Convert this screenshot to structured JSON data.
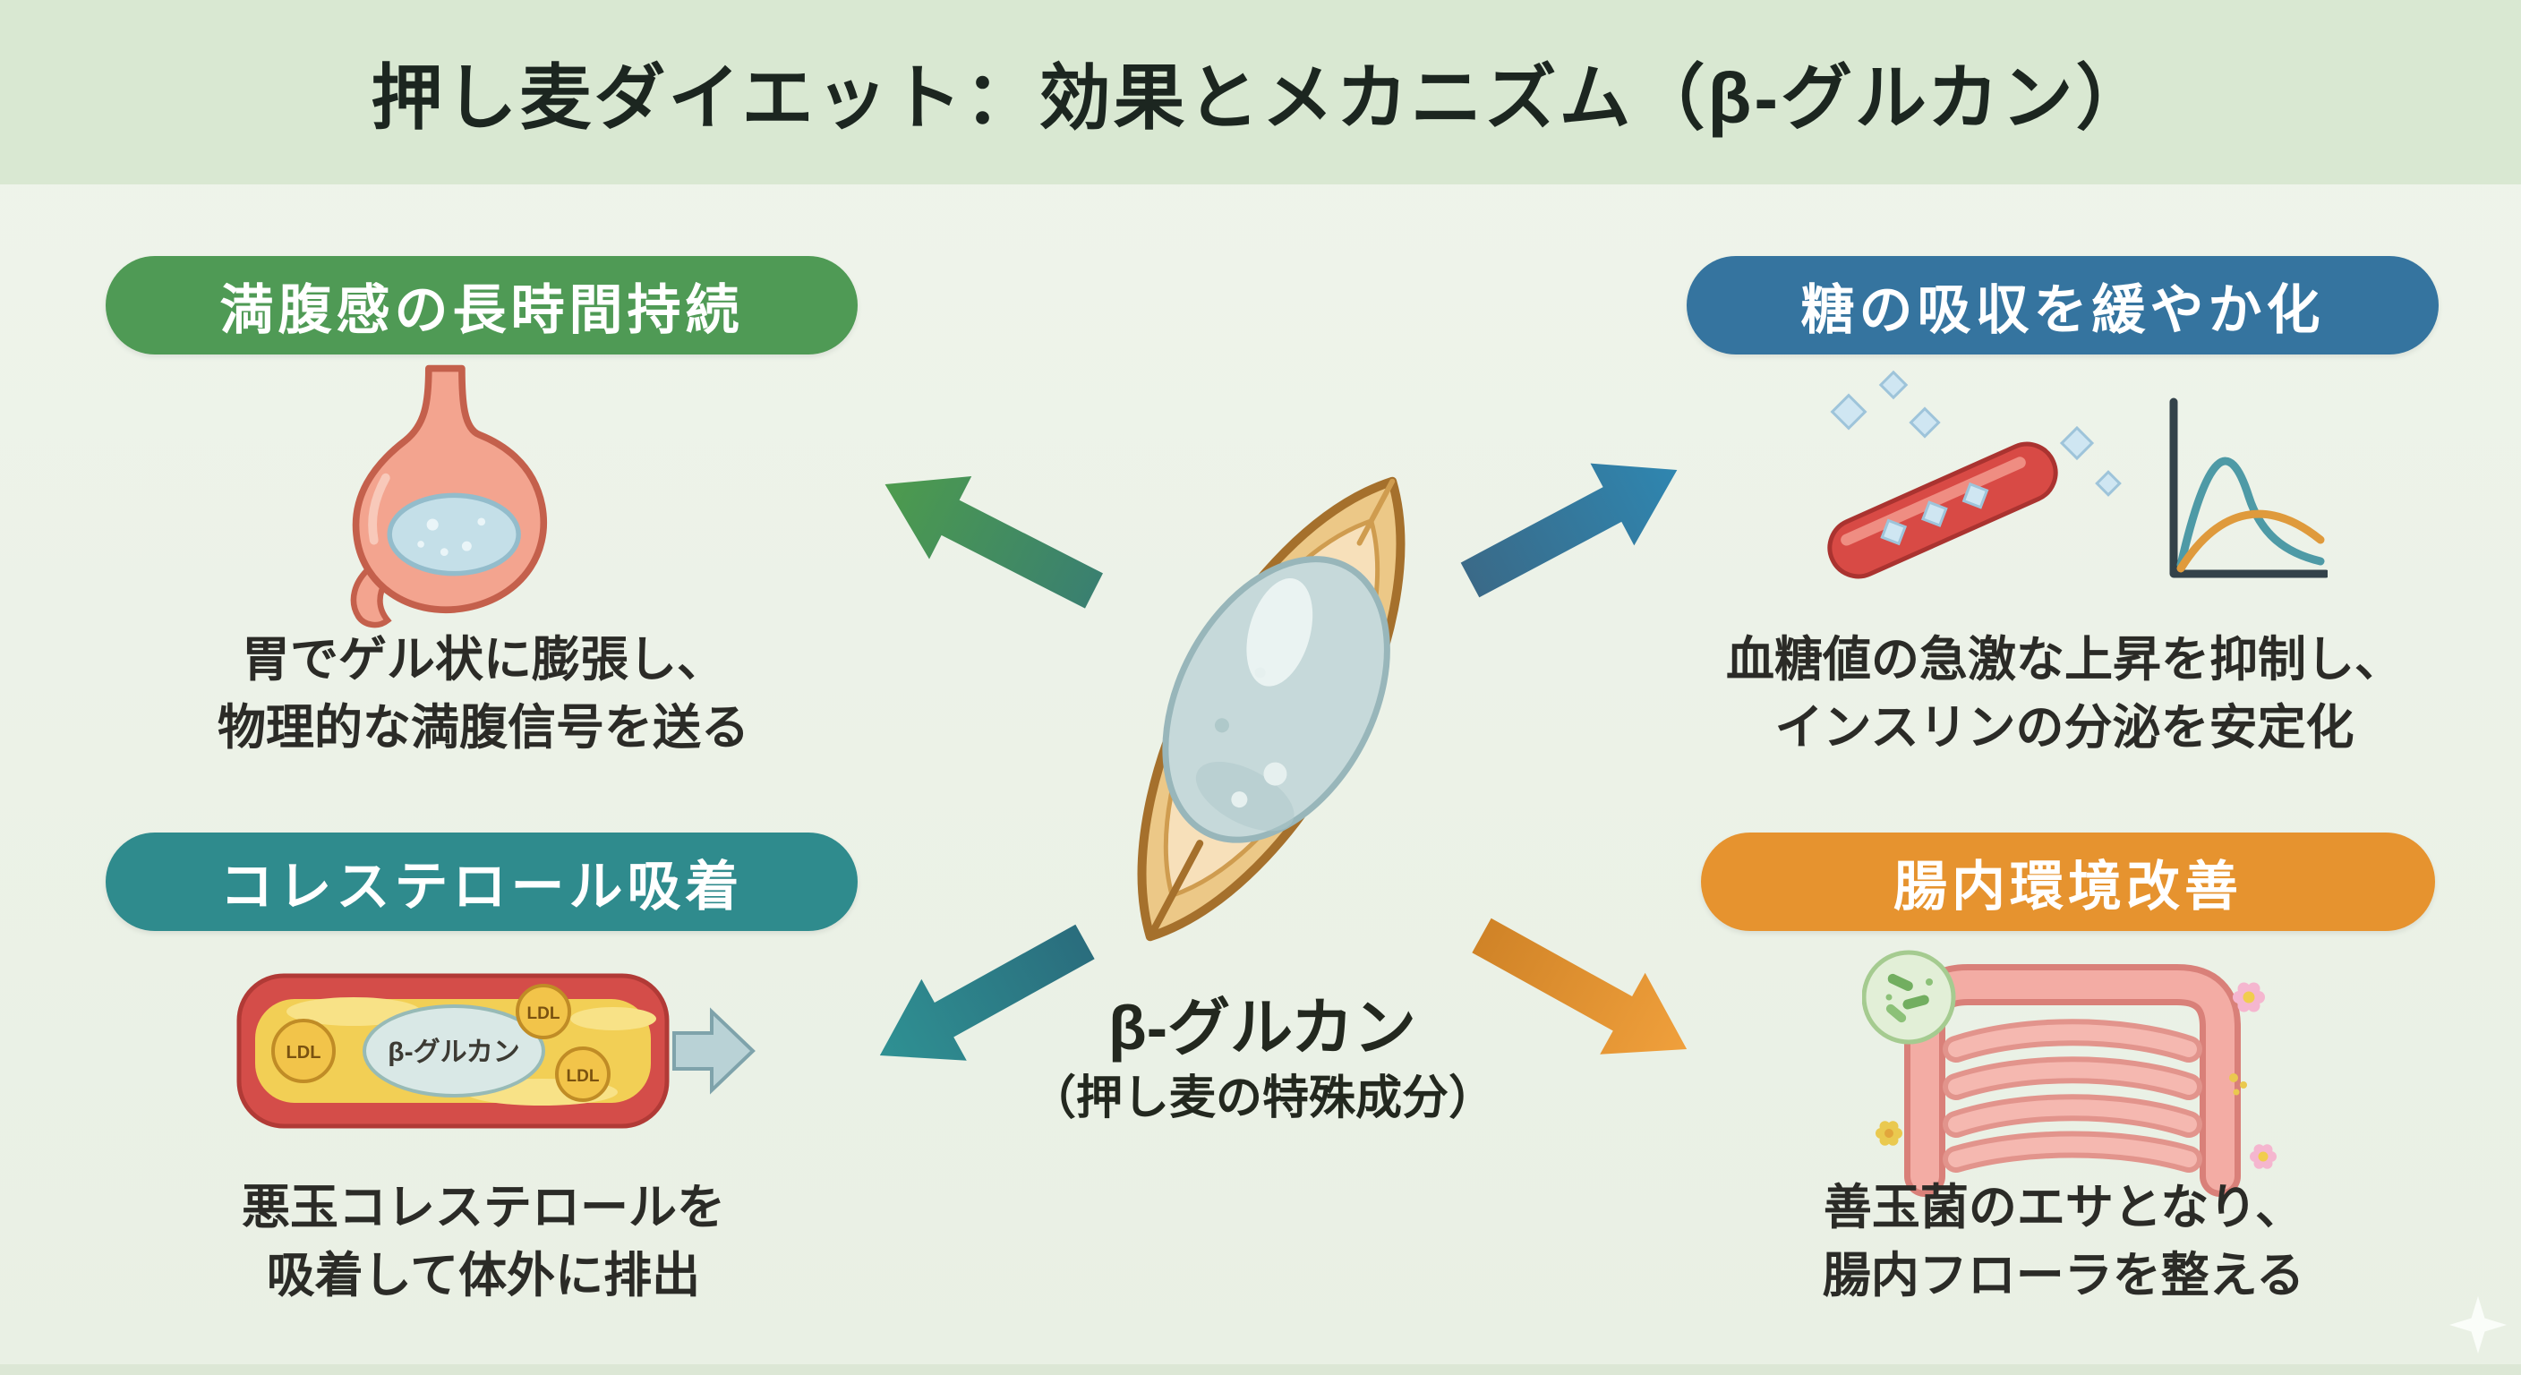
{
  "title": "押し麦ダイエット：効果とメカニズム（β-グルカン）",
  "center": {
    "label": "β-グルカン",
    "sublabel": "（押し麦の特殊成分）"
  },
  "sections": {
    "satiety": {
      "header": "満腹感の長時間持続",
      "line1": "胃でゲル状に膨張し、",
      "line2": "物理的な満腹信号を送る",
      "color": "#4f9a55"
    },
    "sugar": {
      "header": "糖の吸収を緩やか化",
      "line1": "血糖値の急激な上昇を抑制し、",
      "line2": "インスリンの分泌を安定化",
      "color": "#35749f"
    },
    "cholesterol": {
      "header": "コレステロール吸着",
      "line1": "悪玉コレステロールを",
      "line2": "吸着して体外に排出",
      "color": "#2f8b8d"
    },
    "gut": {
      "header": "腸内環境改善",
      "line1": "善玉菌のエサとなり、",
      "line2": "腸内フローラを整える",
      "color": "#e6932f"
    }
  },
  "illustrations": {
    "ldl_vessel": {
      "ldl_labels": [
        "LDL",
        "LDL",
        "LDL"
      ],
      "glucan_label": "β-グルカン"
    }
  },
  "colors": {
    "background": "#edf2e8",
    "banner": "#d9e8d2",
    "arrow_satiety": "#4d9b4d",
    "arrow_sugar": "#2f86b0",
    "arrow_cholesterol": "#2f9193",
    "arrow_gut": "#f0a03c"
  }
}
